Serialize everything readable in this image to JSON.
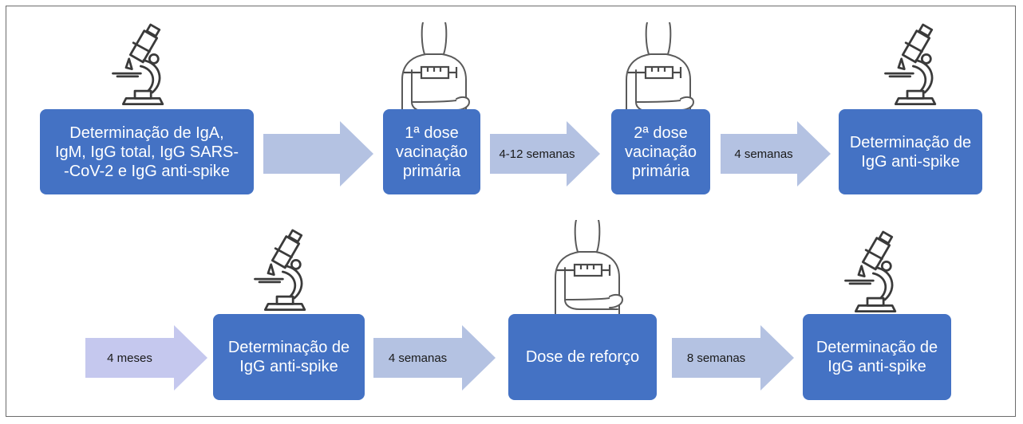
{
  "row1": {
    "box1": "Determinação de IgA,\nIgM, IgG total, IgG SARS-\n-CoV-2 e IgG anti-spike",
    "box2": "1ª dose\nvacinação\nprimária",
    "box3": "2ª dose\nvacinação\nprimária",
    "box4": "Determinação de\nIgG anti-spike",
    "arrow1": "",
    "arrow2": "4-12 semanas",
    "arrow3": "4 semanas"
  },
  "row2": {
    "box1": "Determinação de\nIgG anti-spike",
    "box2": "Dose de reforço",
    "box3": "Determinação de\nIgG anti-spike",
    "arrow1": "4 meses",
    "arrow2": "4 semanas",
    "arrow3": "8 semanas"
  },
  "colors": {
    "box": "#4472c4",
    "arrow": "#b4c2e2",
    "arrow_first": "#c5c8ee"
  },
  "icons": [
    "microscope-icon",
    "vaccinated-person-icon"
  ]
}
